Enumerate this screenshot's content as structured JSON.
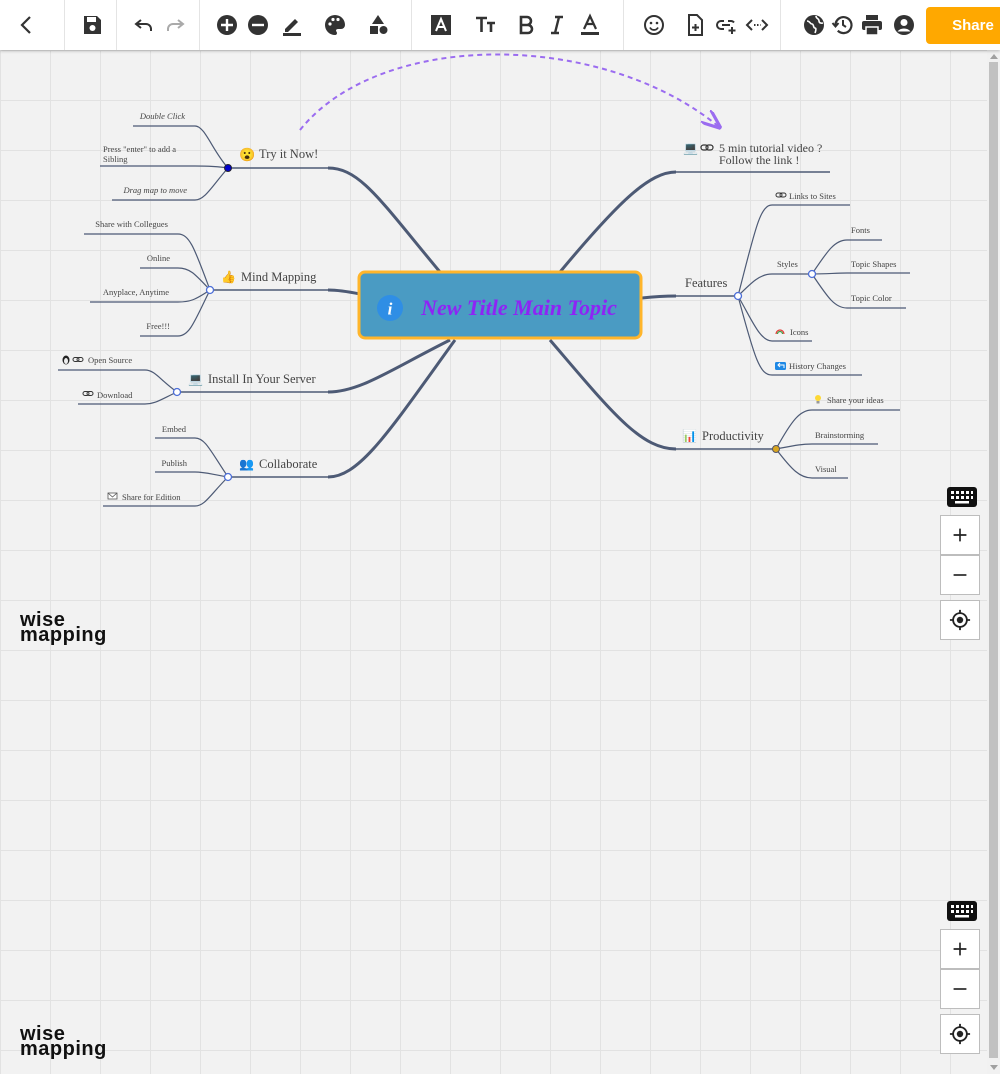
{
  "toolbar": {
    "share_label": "Share",
    "icons": [
      "back-arrow-icon",
      "save-icon",
      "undo-icon",
      "redo-icon",
      "add-topic-icon",
      "delete-topic-icon",
      "border-color-icon",
      "fill-color-icon",
      "topic-shape-icon",
      "font-type-icon",
      "font-size-icon",
      "bold-icon",
      "italic-icon",
      "font-color-icon",
      "emoji-icon",
      "note-icon",
      "link-icon",
      "relationship-icon",
      "publish-icon",
      "history-icon",
      "print-icon",
      "account-icon"
    ],
    "accent": "#ffa800"
  },
  "map": {
    "central": "New Title Main Topic",
    "central_colors": {
      "fill": "#4a9bc3",
      "border": "#ffb52b",
      "text": "#8e24f5"
    },
    "branches": {
      "try": {
        "label": "Try it Now!",
        "icon": "😮",
        "children": [
          "Double Click",
          "Press \"enter\" to add a",
          "Sibling",
          "Drag map to move"
        ]
      },
      "mindmap": {
        "label": "Mind Mapping",
        "icon": "👍",
        "children": [
          "Share with Collegues",
          "Online",
          "Anyplace, Anytime",
          "Free!!!"
        ]
      },
      "server": {
        "label": "Install In Your Server",
        "icon": "💻",
        "children": [
          "Open Source",
          "Download"
        ]
      },
      "collab": {
        "label": "Collaborate",
        "icon": "👥",
        "children": [
          "Embed",
          "Publish",
          "Share for Edition"
        ]
      },
      "tutorial": {
        "label_line1": "5 min tutorial video ?",
        "label_line2": "Follow the link !",
        "icon": "💻"
      },
      "features": {
        "label": "Features",
        "children": [
          "Links to Sites",
          "Styles",
          "Icons",
          "History Changes"
        ],
        "styles_children": [
          "Fonts",
          "Topic Shapes",
          "Topic Color"
        ]
      },
      "productivity": {
        "label": "Productivity",
        "icon": "📊",
        "children": [
          "Share your ideas",
          "Brainstorming",
          "Visual"
        ]
      }
    },
    "line_color": "#4d5a75",
    "relationship_color": "#9b6cf0"
  },
  "logo": {
    "line1": "wise",
    "line2": "mapping"
  }
}
